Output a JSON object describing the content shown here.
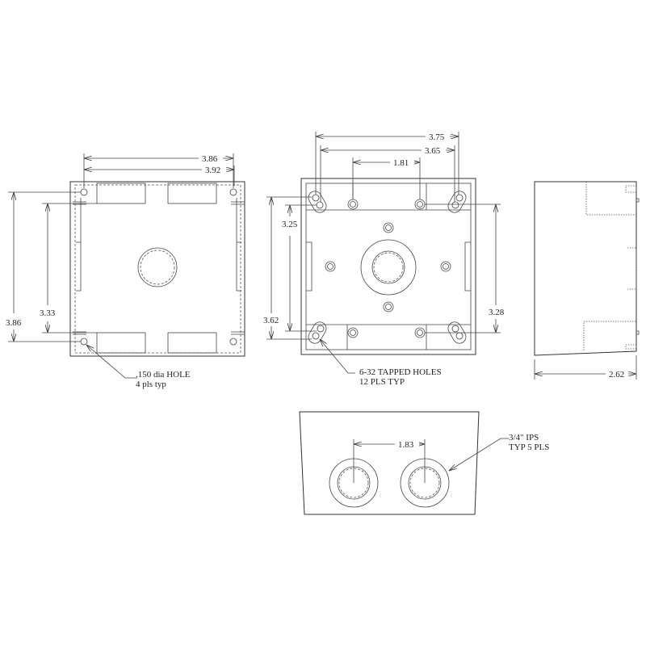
{
  "views": {
    "top_left": {
      "dims": {
        "width_outer": "3.86",
        "width_inner": "3.92",
        "height_outer": "3.86",
        "height_inner": "3.33"
      },
      "note": {
        "line1": ".150 dia HOLE",
        "line2": "4 pls typ"
      }
    },
    "top_center": {
      "dims": {
        "width_375": "3.75",
        "width_365": "3.65",
        "width_181": "1.81",
        "height_325": "3.25",
        "height_362": "3.62",
        "height_328": "3.28"
      },
      "note": {
        "line1": "6-32 TAPPED HOLES",
        "line2": "12 PLS TYP"
      }
    },
    "side": {
      "dims": {
        "depth": "2.62"
      }
    },
    "front": {
      "dims": {
        "hub_spacing": "1.83"
      },
      "note": {
        "line1": "3/4\" IPS",
        "line2": "TYP 5 PLS"
      }
    }
  },
  "colors": {
    "line": "#333333",
    "background": "#ffffff"
  }
}
